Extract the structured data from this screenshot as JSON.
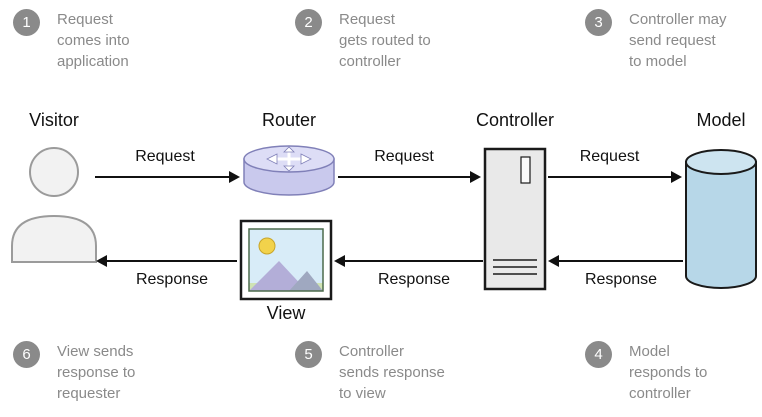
{
  "diagram": {
    "title_hint": "MVC request/response flow",
    "nodes": {
      "visitor": "Visitor",
      "router": "Router",
      "controller": "Controller",
      "model": "Model",
      "view": "View"
    },
    "edges": {
      "visitor_router": "Request",
      "router_controller": "Request",
      "controller_model": "Request",
      "model_controller": "Response",
      "controller_view": "Response",
      "view_visitor": "Response"
    },
    "steps": [
      {
        "number": "1",
        "text": "Request\ncomes into\napplication"
      },
      {
        "number": "2",
        "text": "Request\ngets routed to\ncontroller"
      },
      {
        "number": "3",
        "text": "Controller may\nsend request\nto model"
      },
      {
        "number": "4",
        "text": "Model\nresponds to\ncontroller"
      },
      {
        "number": "5",
        "text": "Controller\nsends response\nto view"
      },
      {
        "number": "6",
        "text": "View sends\nresponse to\nrequester"
      }
    ],
    "colors": {
      "step_circle": "#8a8a8a",
      "step_text": "#8a8a8a",
      "arrow": "#111111",
      "router_fill": "#c9c9ed",
      "controller_fill": "#e9e9e9",
      "model_fill": "#b7d7e8"
    }
  }
}
